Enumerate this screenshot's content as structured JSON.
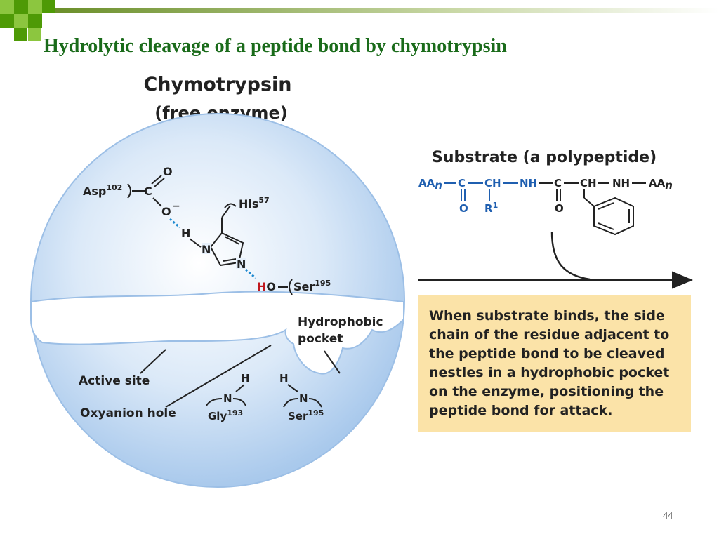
{
  "slide": {
    "title": "Hydrolytic cleavage of a peptide bond by chymotrypsin",
    "page_number": "44",
    "accent_color": "#1a6b1a",
    "deco_colors": [
      "#8cc63f",
      "#4e9a06"
    ]
  },
  "enzyme": {
    "title": "Chymotrypsin",
    "subtitle": "(free enzyme)",
    "asp": "Asp",
    "asp_num": "102",
    "his": "His",
    "his_num": "57",
    "ser": "Ser",
    "ser_num": "195",
    "ho_h": "H",
    "ho_o": "O",
    "atom_c": "C",
    "atom_o": "O",
    "charge": "−",
    "atom_n": "N",
    "atom_h": "H",
    "hydrophobic_pocket_line1": "Hydrophobic",
    "hydrophobic_pocket_line2": "pocket",
    "active_site": "Active site",
    "oxyanion_hole": "Oxyanion hole",
    "gly": "Gly",
    "gly_num": "193",
    "ser2": "Ser",
    "ser2_num": "195",
    "sphere_color": "#cfe3f6"
  },
  "substrate": {
    "title": "Substrate (a polypeptide)",
    "aa_left": "AA",
    "aa_right": "AA",
    "n_sub": "n",
    "c": "C",
    "ch": "CH",
    "nh": "NH",
    "o": "O",
    "r": "R",
    "r_sup": "1",
    "color": "#1f5fb0"
  },
  "caption": {
    "lines": [
      "When substrate binds, the side",
      "chain of the residue adjacent to",
      "the peptide bond to be cleaved",
      "nestles in a hydrophobic pocket",
      "on the enzyme, positioning the",
      "peptide bond for attack."
    ],
    "background": "#fbe3a8"
  }
}
